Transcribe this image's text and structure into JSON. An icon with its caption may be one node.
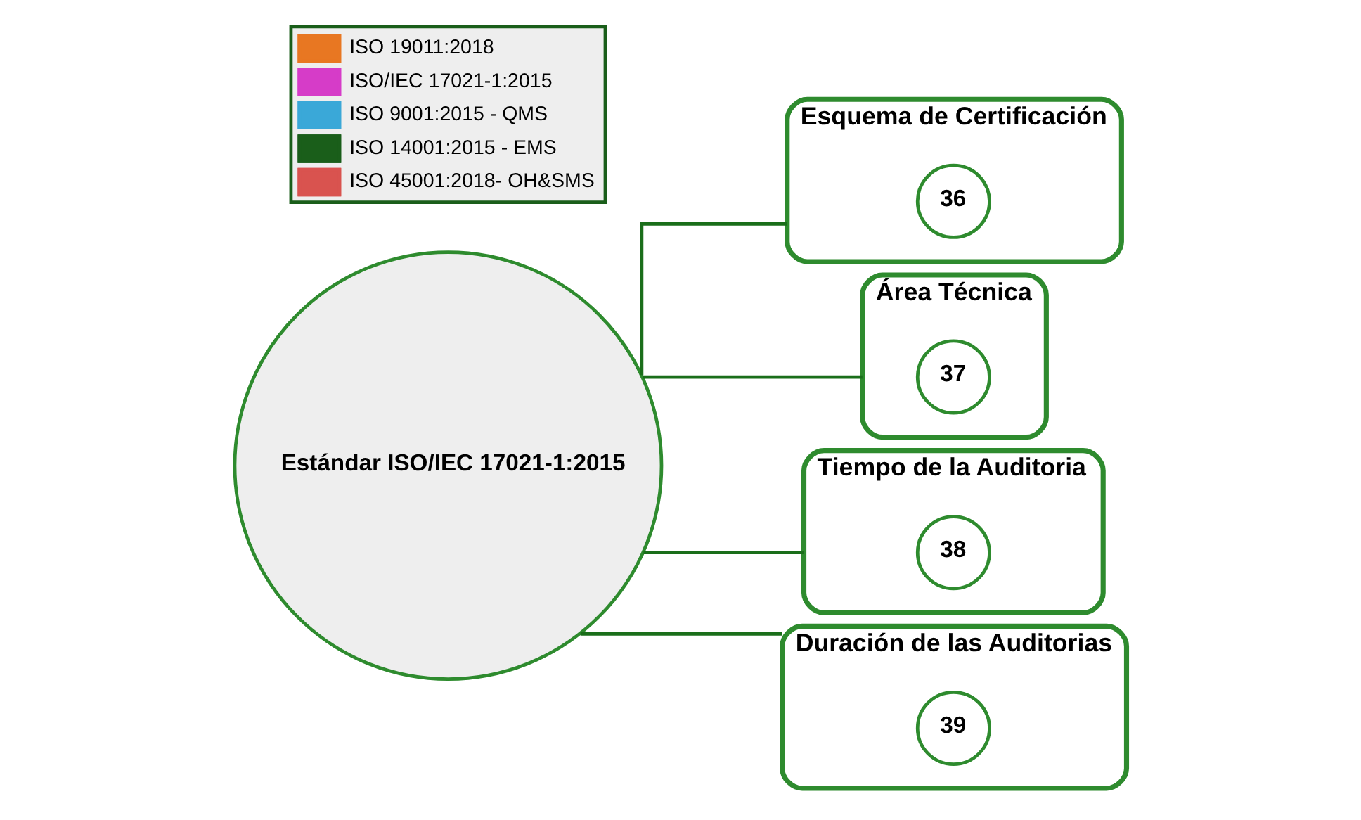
{
  "diagram": {
    "nodes": [
      {
        "text": [
          "Estándar ISO/IEC 17021-1:2015"
        ]
      },
      {
        "text": [
          "Esquema de Certificación"
        ]
      },
      {
        "text": [
          "Área Técnica"
        ]
      },
      {
        "text": [
          "Tiempo de la Auditoria"
        ]
      },
      {
        "text": [
          "Duración de las Auditorias"
        ]
      },
      {
        "text": [
          "36"
        ],
        "in": 1
      },
      {
        "text": [
          "37"
        ],
        "in": 2
      },
      {
        "text": [
          "38"
        ],
        "in": 3
      },
      {
        "text": [
          "39"
        ],
        "in": 4
      }
    ],
    "edges": [
      {
        "from": 0,
        "to": 1,
        "arrow": "none"
      },
      {
        "from": 0,
        "to": 2,
        "arrow": "none"
      },
      {
        "from": 0,
        "to": 3,
        "arrow": "none"
      },
      {
        "from": 0,
        "to": 4,
        "arrow": "none"
      }
    ],
    "legend": [
      {
        "text": "ISO 19011:2018",
        "color": "#e87722"
      },
      {
        "text": "ISO/IEC 17021-1:2015",
        "color": "#d63cc8"
      },
      {
        "text": "ISO 9001:2015 - QMS",
        "color": "#3aa8d8"
      },
      {
        "text": "ISO 14001:2015 - EMS",
        "color": "#1a5e1a"
      },
      {
        "text": "ISO 45001:2018- OH&SMS",
        "color": "#d9534f"
      }
    ]
  }
}
